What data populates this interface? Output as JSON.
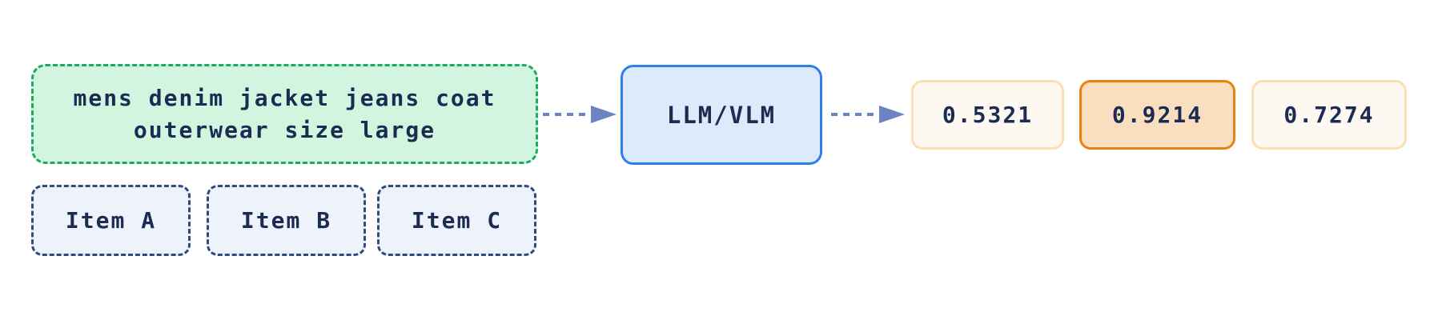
{
  "diagram": {
    "query_box": {
      "line1": "mens denim jacket jeans coat",
      "line2": "outerwear size large"
    },
    "items": [
      {
        "label": "Item A"
      },
      {
        "label": "Item B"
      },
      {
        "label": "Item C"
      }
    ],
    "model_box": {
      "label": "LLM/VLM"
    },
    "scores": [
      {
        "value": "0.5321",
        "highlighted": false
      },
      {
        "value": "0.9214",
        "highlighted": true
      },
      {
        "value": "0.7274",
        "highlighted": false
      }
    ],
    "colors": {
      "query_bg": "#d2f5df",
      "query_border": "#1fa95e",
      "item_bg": "#edf2fb",
      "item_border": "#32497e",
      "model_bg": "#ddeafc",
      "model_border": "#2e7fe9",
      "arrow": "#6c84c4",
      "score_bg": "#fdf8f1",
      "score_border": "#fadfb2",
      "score_highlight_bg": "#f9dfc0",
      "score_highlight_border": "#e8830b",
      "text": "#1b2b52"
    }
  }
}
